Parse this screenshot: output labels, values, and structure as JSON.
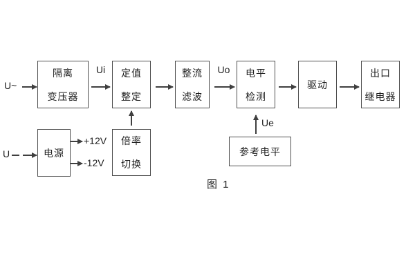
{
  "inputs": {
    "ac_label": "U~",
    "dc_label": "U"
  },
  "signals": {
    "ui": "Ui",
    "uo": "Uo",
    "ue": "Ue"
  },
  "power_rails": {
    "positive": "+12V",
    "negative": "-12V"
  },
  "blocks": {
    "isolation_transformer": {
      "line1": "隔离",
      "line2": "变压器"
    },
    "value_setting": {
      "line1": "定值",
      "line2": "整定"
    },
    "rectifier_filter": {
      "line1": "整流",
      "line2": "滤波"
    },
    "level_detection": {
      "line1": "电平",
      "line2": "检测"
    },
    "drive": {
      "label": "驱动"
    },
    "output_relay": {
      "line1": "出口",
      "line2": "继电器"
    },
    "power_supply": {
      "label": "电源"
    },
    "ratio_switch": {
      "line1": "倍率",
      "line2": "切换"
    },
    "reference_level": {
      "label": "参考电平"
    }
  },
  "caption": "图 1",
  "colors": {
    "line": "#3f3f3f",
    "border": "#4d4d4d",
    "text": "#1f1f1f",
    "background": "#ffffff"
  }
}
